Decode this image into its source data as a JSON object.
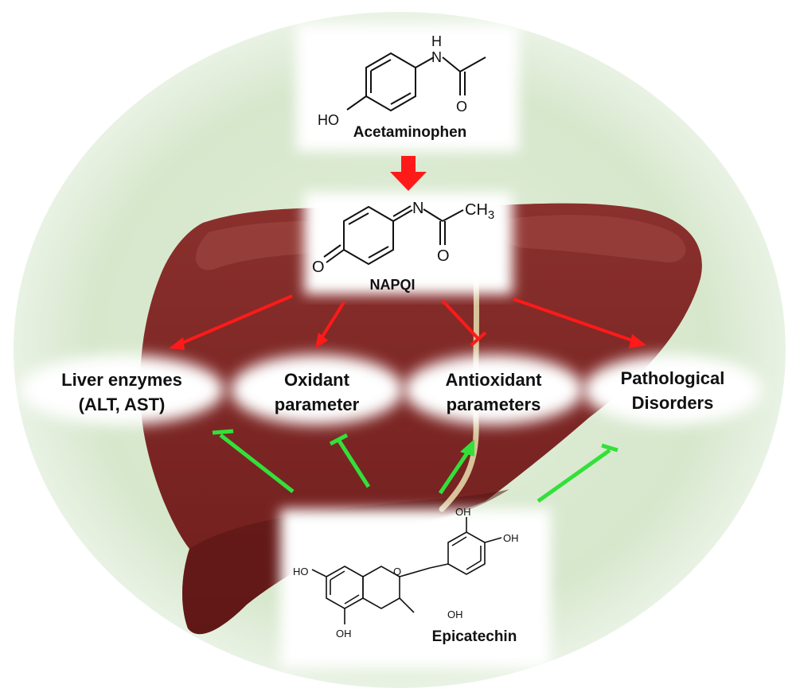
{
  "colors": {
    "background_halo": "#dbe9d2",
    "liver_main": "#7a2422",
    "liver_dark": "#5a1615",
    "liver_highlight": "#9a4542",
    "inhibit_arrow": "#ff1a1a",
    "protect_arrow": "#33e03a",
    "node_fill": "#ffffff"
  },
  "compounds": {
    "acetaminophen": {
      "name": "Acetaminophen",
      "atoms": {
        "hydroxyl": "HO",
        "amide_h": "H",
        "amide_n": "N",
        "carbonyl_o": "O"
      }
    },
    "napqi": {
      "name": "NAPQI",
      "atoms": {
        "quinone_o": "O",
        "imine_n": "N",
        "carbonyl_o": "O",
        "methyl": "CH3"
      }
    },
    "epicatechin": {
      "name": "Epicatechin",
      "atoms": {
        "oh1": "HO",
        "oh2": "OH",
        "oh3": "OH",
        "oh4": "OH",
        "oh5": "OH",
        "ring_o": "O"
      }
    }
  },
  "nodes": {
    "liver_enzymes": {
      "line1": "Liver enzymes",
      "line2": "(ALT, AST)"
    },
    "oxidant": {
      "line1": "Oxidant",
      "line2": "parameter"
    },
    "antioxidant": {
      "line1": "Antioxidant",
      "line2": "parameters"
    },
    "pathological": {
      "line1": "Pathological",
      "line2": "Disorders"
    }
  },
  "relations": [
    {
      "from": "NAPQI",
      "to": "Liver enzymes (ALT, AST)",
      "effect": "increase",
      "color": "red"
    },
    {
      "from": "NAPQI",
      "to": "Oxidant parameter",
      "effect": "increase",
      "color": "red"
    },
    {
      "from": "NAPQI",
      "to": "Antioxidant parameters",
      "effect": "inhibit",
      "color": "red"
    },
    {
      "from": "NAPQI",
      "to": "Pathological Disorders",
      "effect": "increase",
      "color": "red"
    },
    {
      "from": "Epicatechin",
      "to": "Liver enzymes (ALT, AST)",
      "effect": "inhibit",
      "color": "green"
    },
    {
      "from": "Epicatechin",
      "to": "Oxidant parameter",
      "effect": "inhibit",
      "color": "green"
    },
    {
      "from": "Epicatechin",
      "to": "Antioxidant parameters",
      "effect": "increase",
      "color": "green"
    },
    {
      "from": "Epicatechin",
      "to": "Pathological Disorders",
      "effect": "inhibit",
      "color": "green"
    },
    {
      "from": "Acetaminophen",
      "to": "NAPQI",
      "effect": "metabolism",
      "color": "red"
    }
  ]
}
